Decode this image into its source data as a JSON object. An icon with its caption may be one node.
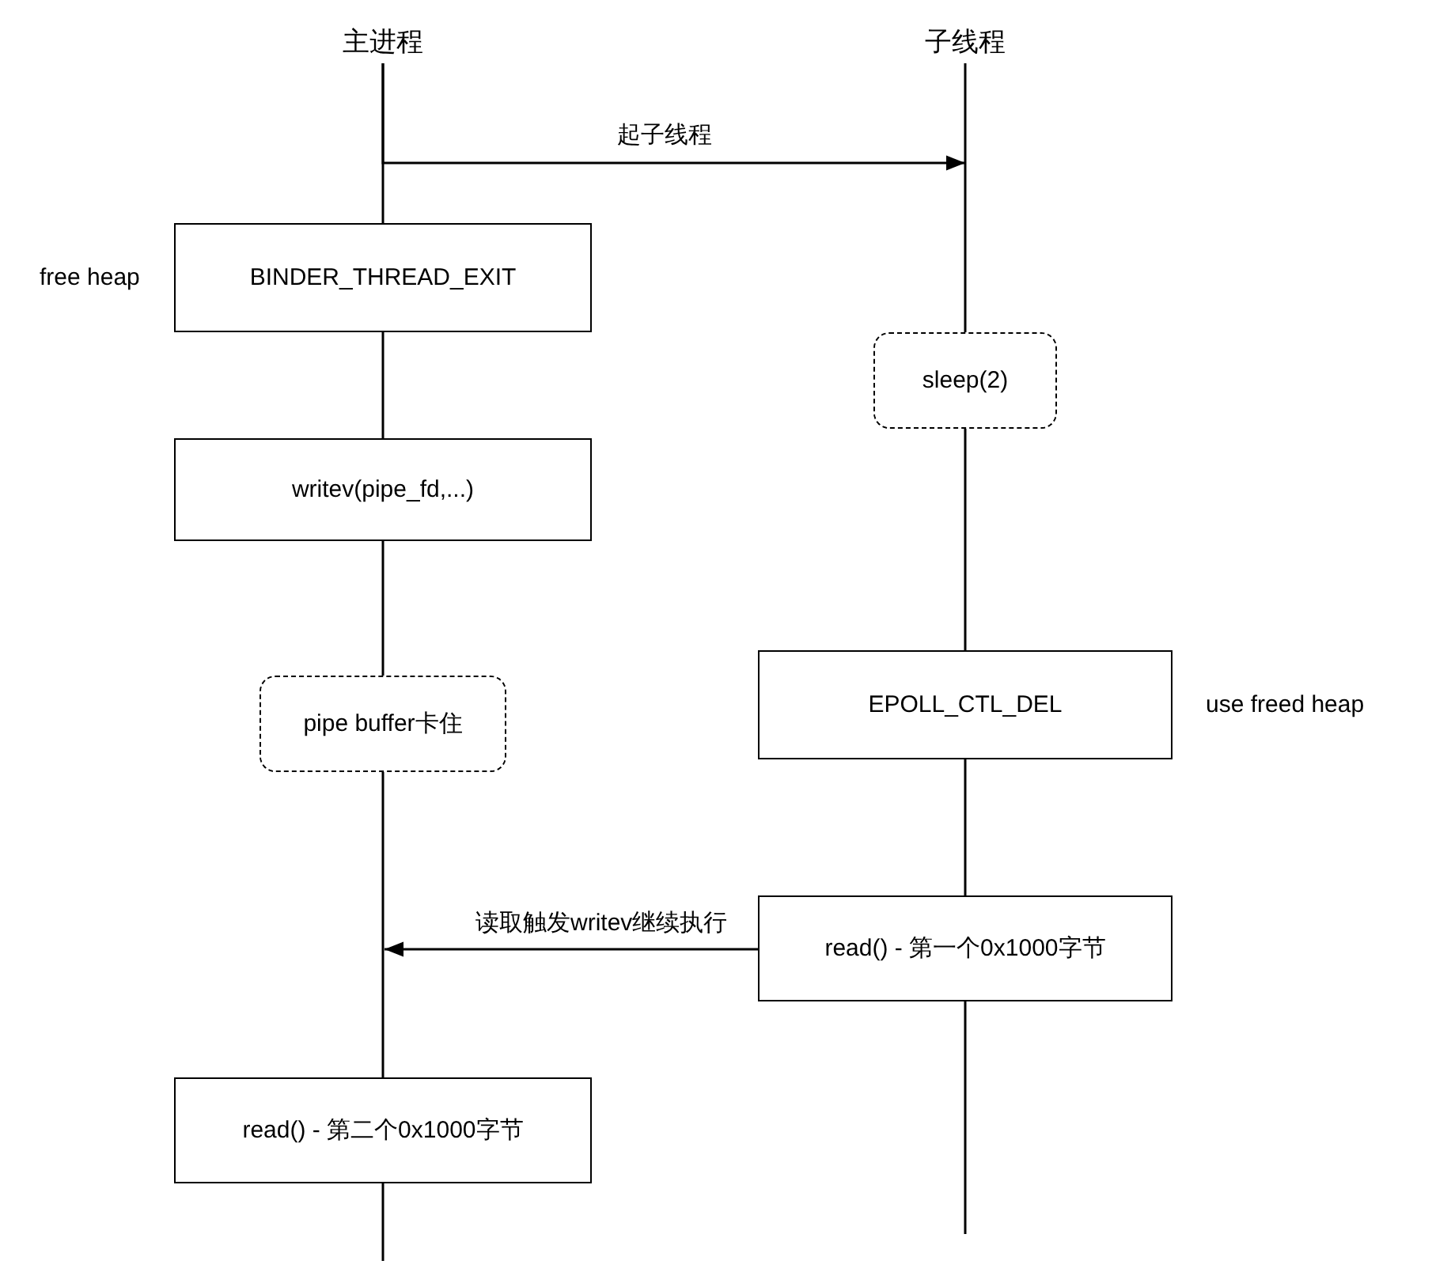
{
  "diagram": {
    "nodes": [
      {
        "text": [
          "主进程"
        ]
      },
      {
        "text": [
          "子线程"
        ]
      },
      {
        "text": [
          "BINDER_THREAD_EXIT"
        ],
        "beside": [
          "free heap"
        ]
      },
      {
        "text": [
          "sleep(2)"
        ]
      },
      {
        "text": [
          "writev(pipe_fd,...)"
        ]
      },
      {
        "text": [
          "EPOLL_CTL_DEL"
        ],
        "beside": [
          "use freed heap"
        ]
      },
      {
        "text": [
          "pipe buffer卡住"
        ]
      },
      {
        "text": [
          "read() - 第一个0x1000字节"
        ]
      },
      {
        "text": [
          "read() - 第二个0x1000字节"
        ]
      }
    ],
    "edges": [
      {
        "from": 0,
        "to": 2,
        "arrow": "none"
      },
      {
        "from": 0,
        "to": null,
        "arrow": "to",
        "label": "起子线程"
      },
      {
        "from": 2,
        "to": 4,
        "arrow": "none"
      },
      {
        "from": 4,
        "to": 6,
        "arrow": "none"
      },
      {
        "from": 6,
        "to": 8,
        "arrow": "none"
      },
      {
        "from": 8,
        "to": null,
        "arrow": "none"
      },
      {
        "from": 1,
        "to": 3,
        "arrow": "none"
      },
      {
        "from": 3,
        "to": 5,
        "arrow": "none"
      },
      {
        "from": 5,
        "to": 7,
        "arrow": "none"
      },
      {
        "from": 7,
        "to": null,
        "arrow": "to",
        "label": "读取触发writev继续执行"
      },
      {
        "from": 7,
        "to": null,
        "arrow": "none"
      }
    ]
  }
}
